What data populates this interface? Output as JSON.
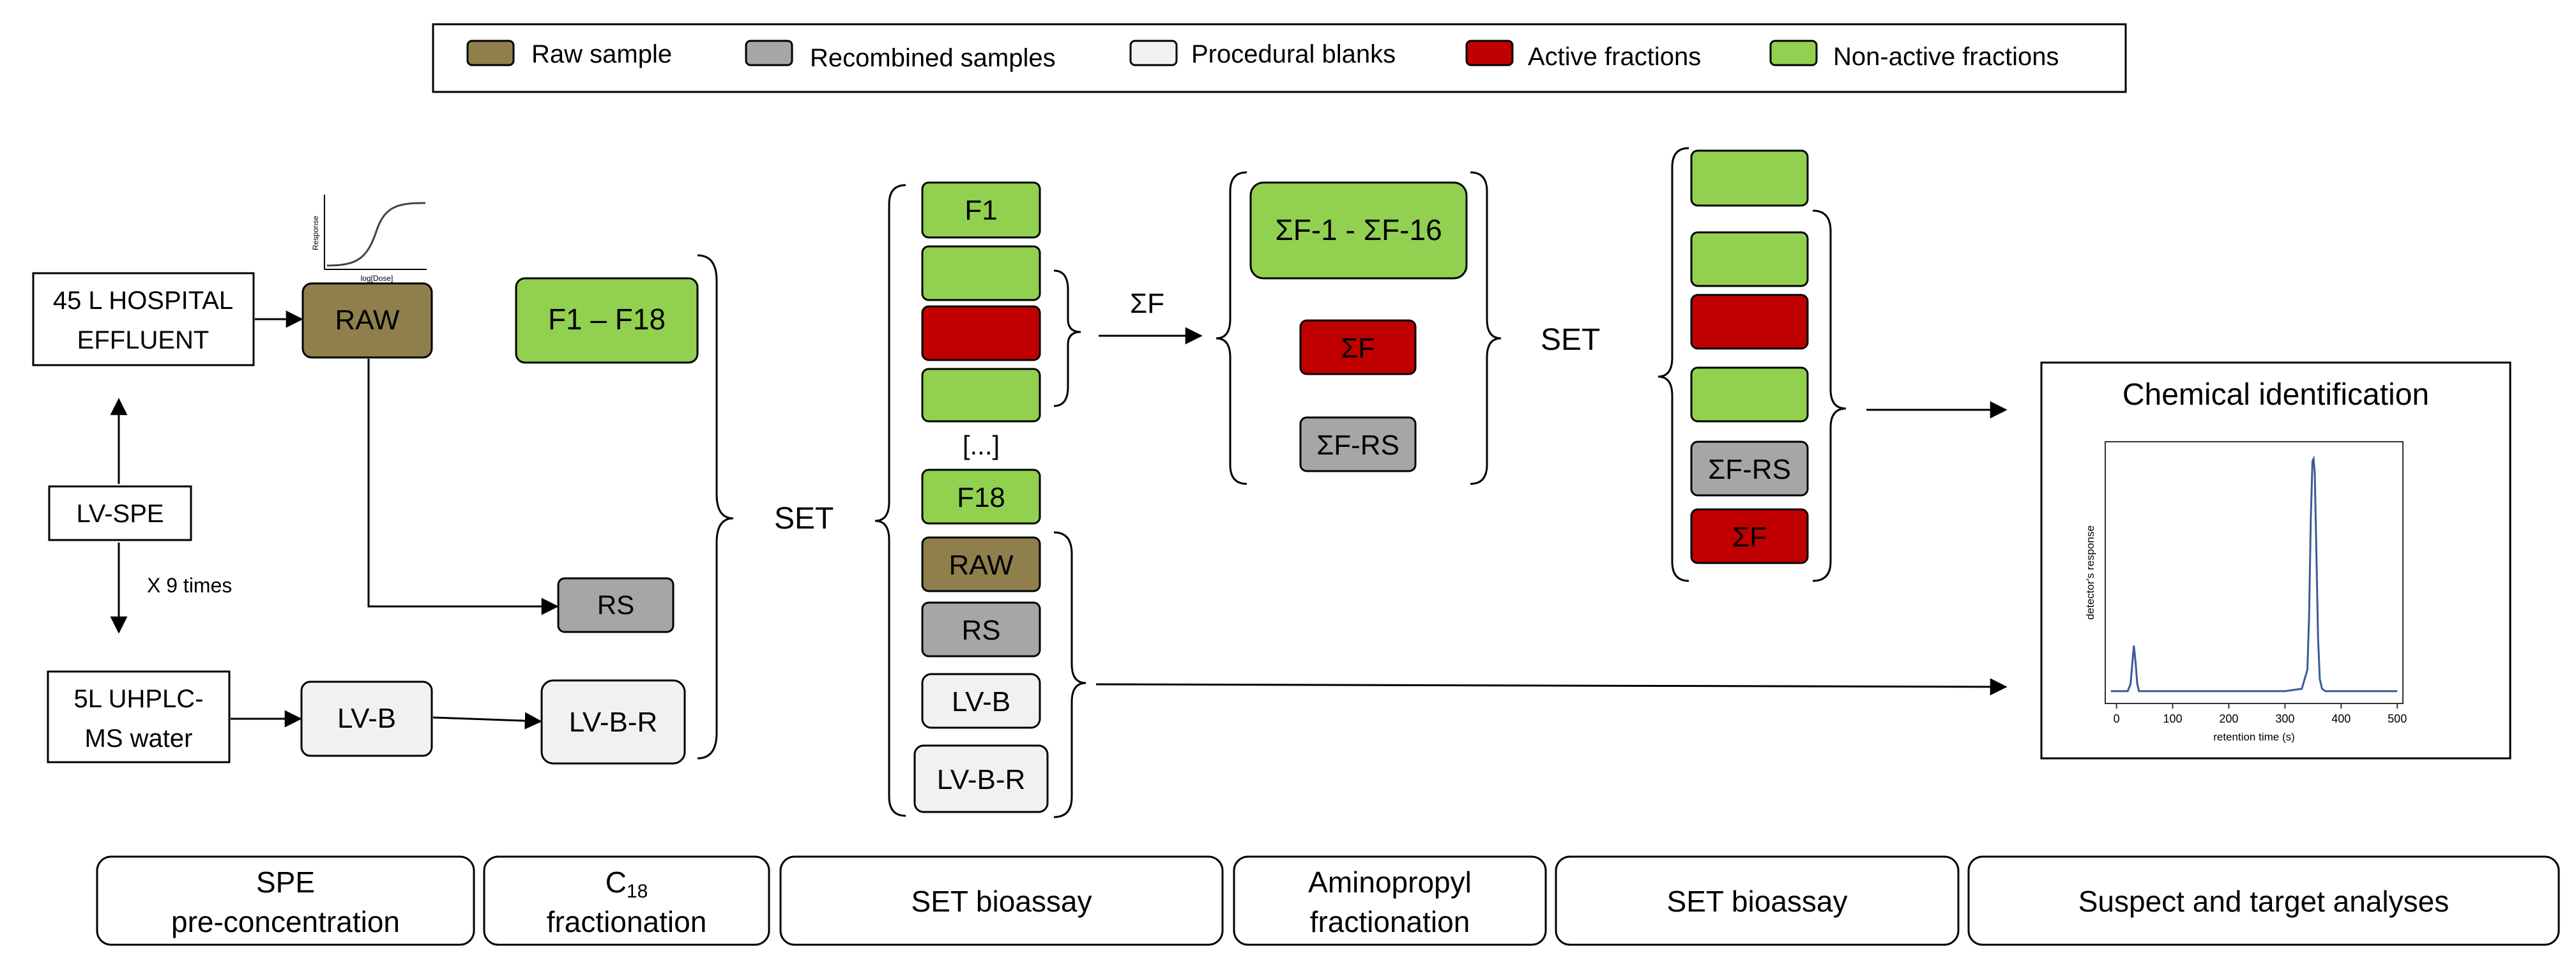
{
  "colors": {
    "raw_sample": "#8e7f4c",
    "recombined": "#a6a6a6",
    "blank": "#f1f1f1",
    "active": "#c00000",
    "non_active": "#92d050"
  },
  "legend": {
    "raw_sample": "Raw sample",
    "recombined": "Recombined samples",
    "blanks": "Procedural blanks",
    "active": "Active fractions",
    "non_active": "Non-active fractions"
  },
  "spe": {
    "hospital_line1": "45 L HOSPITAL",
    "hospital_line2": "EFFLUENT",
    "lvspe": "LV-SPE",
    "times": "X 9 times",
    "water_line1": "5L UHPLC-",
    "water_line2": "MS water",
    "raw": "RAW",
    "lvb": "LV-B",
    "dose_response": {
      "xlabel": "log[Dose]",
      "ylabel": "Response"
    }
  },
  "c18": {
    "fractions": "F1 – F18",
    "rs": "RS",
    "lvbr": "LV-B-R"
  },
  "set1": {
    "label": "SET",
    "f1": "F1",
    "ellipsis": "[...]",
    "f18": "F18",
    "raw": "RAW",
    "rs": "RS",
    "lvb": "LV-B",
    "lvbr": "LV-B-R",
    "sum_label": "ΣF"
  },
  "aminopropyl": {
    "range": "ΣF-1 - ΣF-16",
    "sum_f": "ΣF",
    "sum_rs": "ΣF-RS"
  },
  "set2": {
    "label": "SET",
    "sum_rs": "ΣF-RS",
    "sum_f": "ΣF"
  },
  "chem_id": {
    "title": "Chemical identification",
    "chart_data": {
      "type": "line",
      "xlabel": "retention time (s)",
      "ylabel": "detector's response",
      "xticks": [
        0,
        100,
        200,
        300,
        400,
        500
      ],
      "xlim": [
        -20,
        510
      ],
      "ylim": [
        0,
        1.05
      ],
      "series": [
        {
          "x": [
            -10,
            20,
            25,
            28,
            31,
            34,
            37,
            40,
            45,
            60,
            100,
            200,
            300,
            330,
            340,
            343,
            346,
            349,
            351,
            353,
            356,
            359,
            362,
            366,
            372,
            400,
            450,
            500
          ],
          "y": [
            0.03,
            0.03,
            0.06,
            0.14,
            0.22,
            0.15,
            0.06,
            0.03,
            0.03,
            0.03,
            0.03,
            0.03,
            0.03,
            0.04,
            0.12,
            0.35,
            0.75,
            0.99,
            1.0,
            0.94,
            0.6,
            0.25,
            0.08,
            0.04,
            0.03,
            0.03,
            0.03,
            0.03
          ]
        }
      ]
    }
  },
  "steps": {
    "spe_line1": "SPE",
    "spe_line2": "pre-concentration",
    "c18_main": "C",
    "c18_sub": "18",
    "c18_line2": "fractionation",
    "set_bioassay_1": "SET bioassay",
    "amino_line1": "Aminopropyl",
    "amino_line2": "fractionation",
    "set_bioassay_2": "SET bioassay",
    "suspect": "Suspect and target analyses"
  }
}
